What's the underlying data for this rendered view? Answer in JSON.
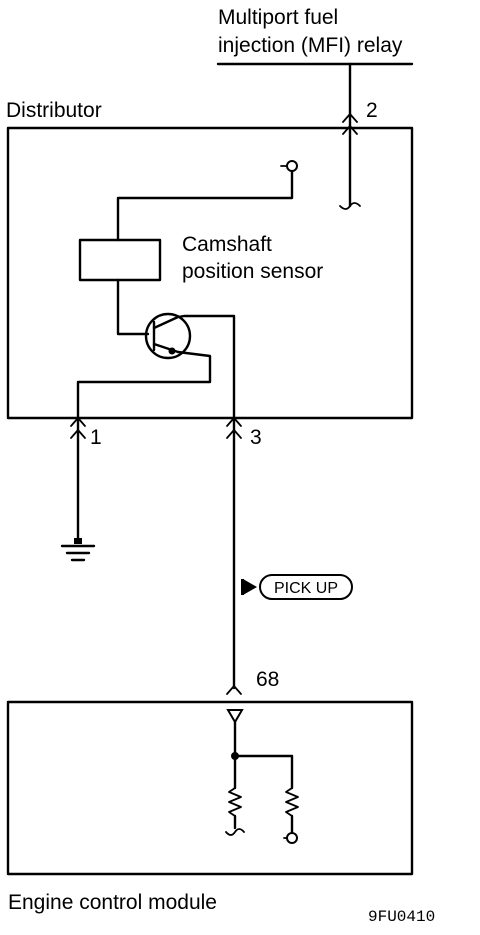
{
  "relay": {
    "line1": "Multiport fuel",
    "line2": "injection (MFI) relay"
  },
  "distributor": {
    "label": "Distributor",
    "sensor_line1": "Camshaft",
    "sensor_line2": "position sensor"
  },
  "pins": {
    "p2": "2",
    "p1": "1",
    "p3": "3",
    "p68": "68"
  },
  "pickup": {
    "label": "PICK UP"
  },
  "ecm": {
    "label": "Engine control module"
  },
  "figure_code": "9FU0410"
}
